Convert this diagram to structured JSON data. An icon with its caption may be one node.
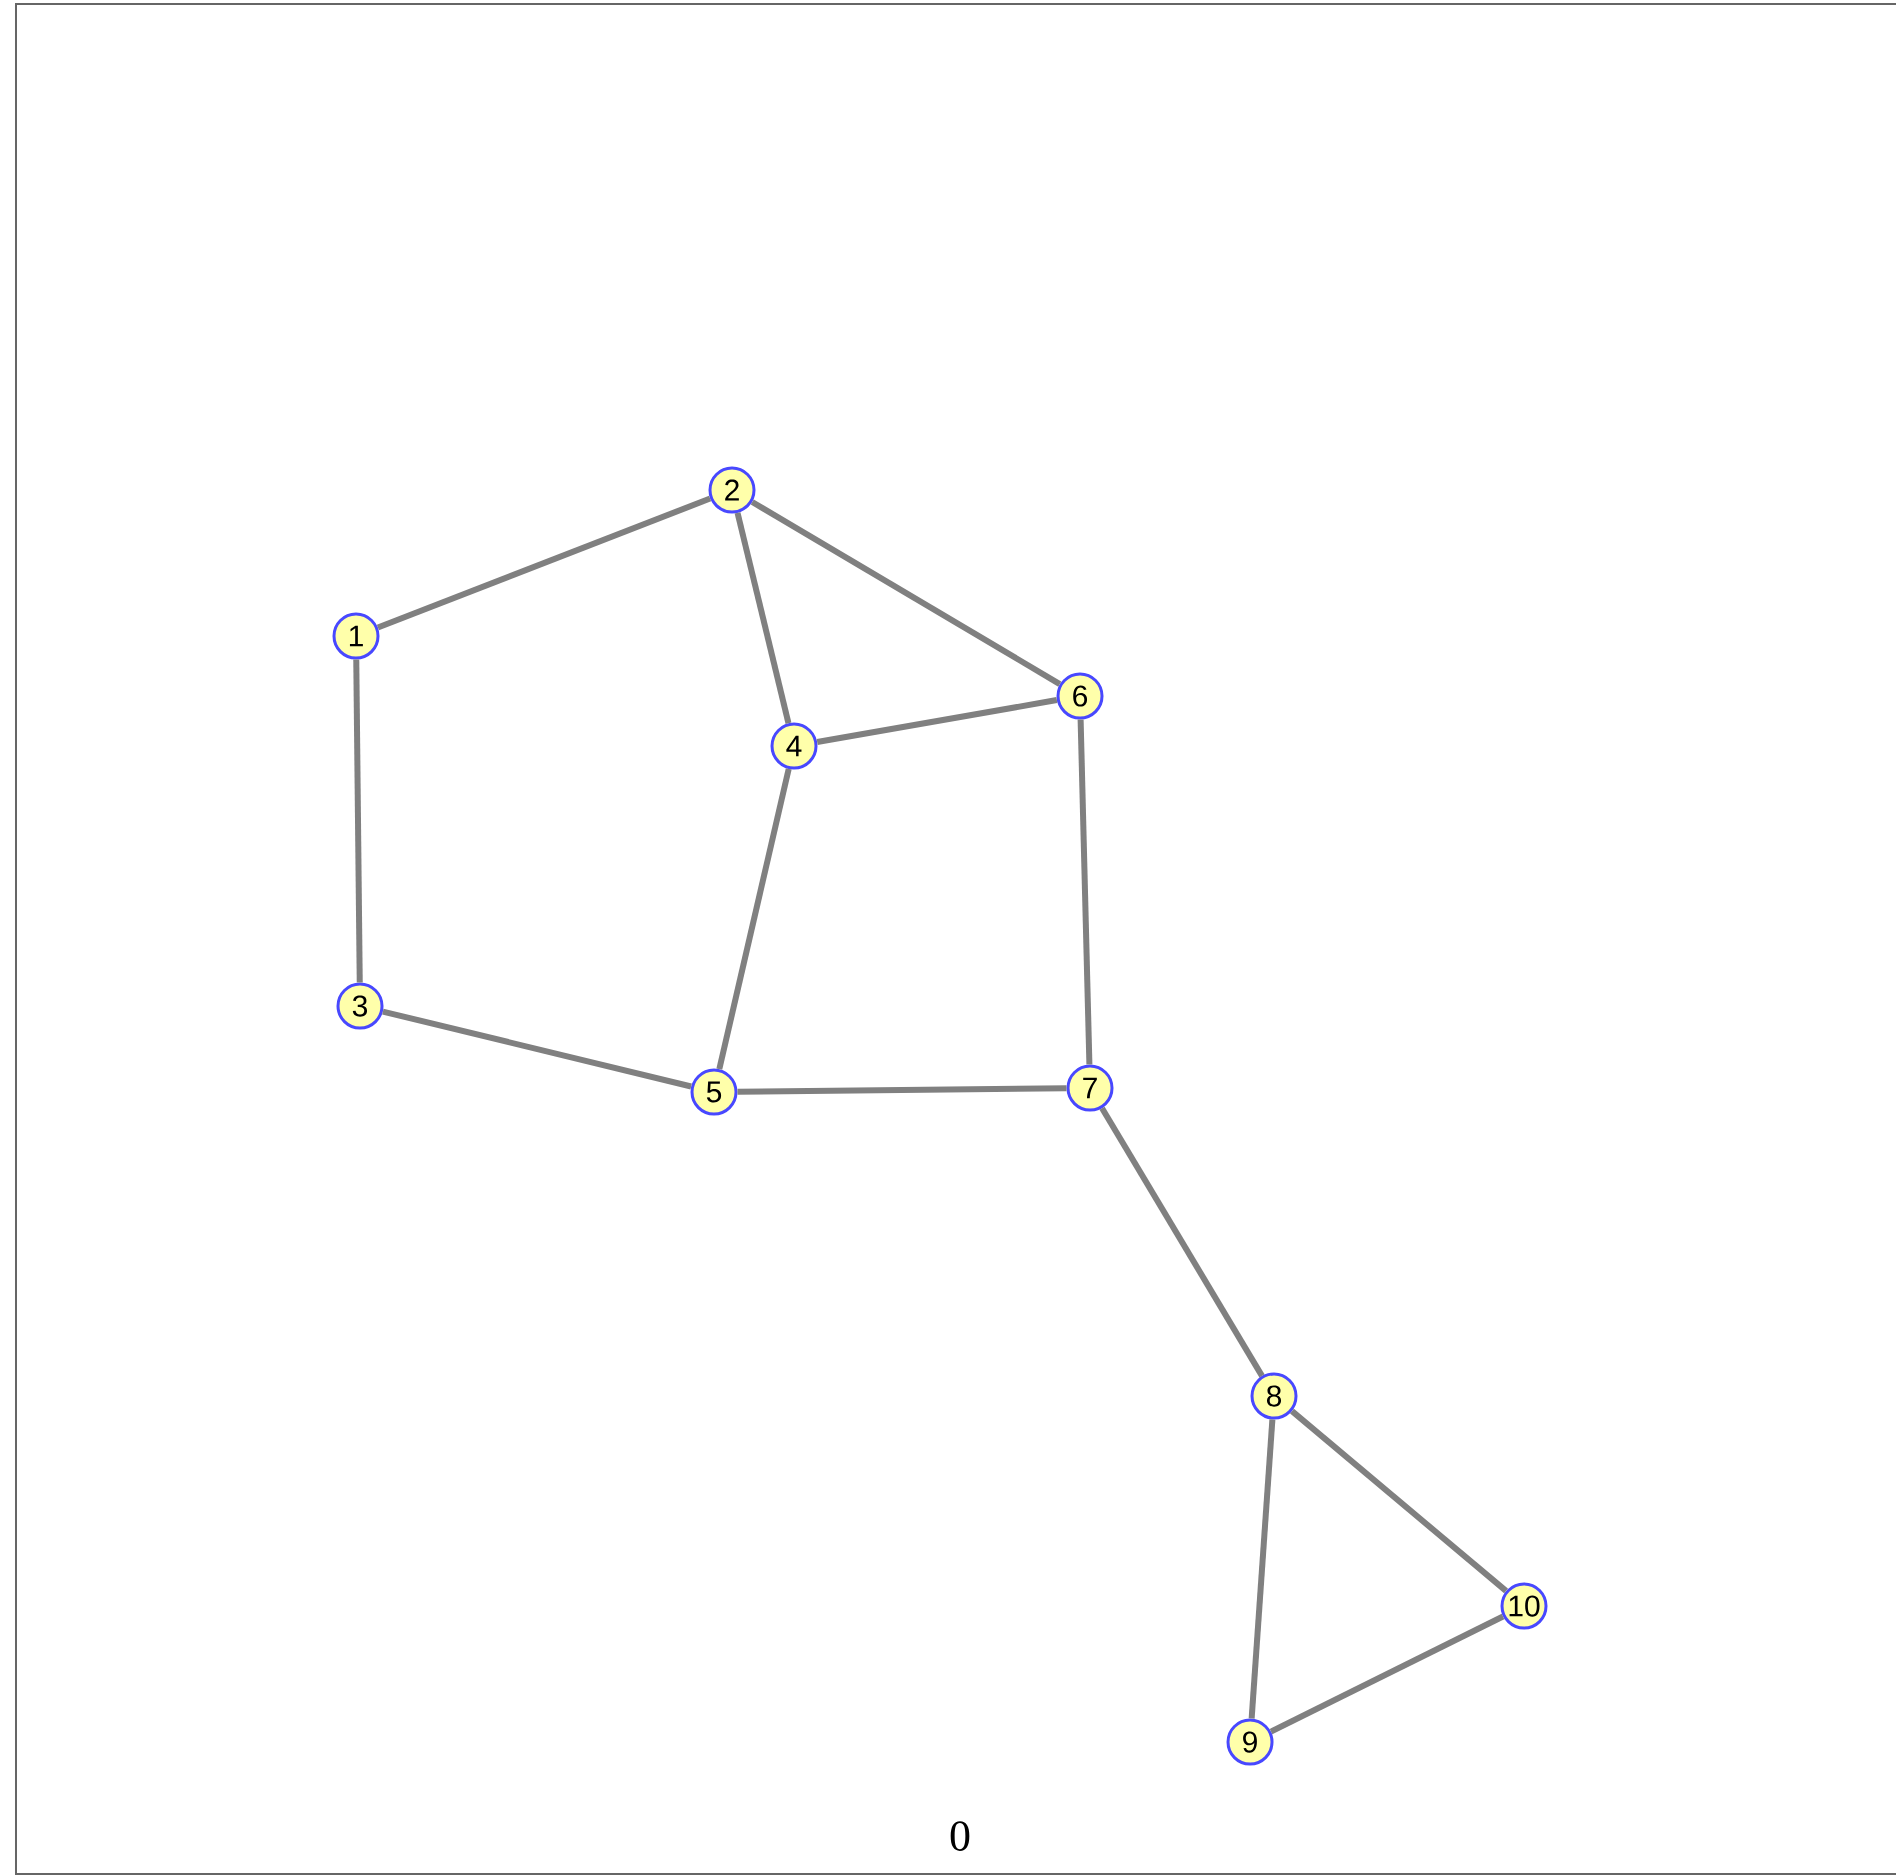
{
  "diagram": {
    "nodes": [
      {
        "text": [
          "1"
        ]
      },
      {
        "text": [
          "2"
        ]
      },
      {
        "text": [
          "3"
        ]
      },
      {
        "text": [
          "4"
        ]
      },
      {
        "text": [
          "5"
        ]
      },
      {
        "text": [
          "6"
        ]
      },
      {
        "text": [
          "7"
        ]
      },
      {
        "text": [
          "8"
        ]
      },
      {
        "text": [
          "9"
        ]
      },
      {
        "text": [
          "10"
        ]
      }
    ],
    "edges": [
      {
        "from": 0,
        "to": 1,
        "arrow": "none"
      },
      {
        "from": 0,
        "to": 2,
        "arrow": "none"
      },
      {
        "from": 1,
        "to": 3,
        "arrow": "none"
      },
      {
        "from": 1,
        "to": 5,
        "arrow": "none"
      },
      {
        "from": 3,
        "to": 5,
        "arrow": "none"
      },
      {
        "from": 3,
        "to": 4,
        "arrow": "none"
      },
      {
        "from": 2,
        "to": 4,
        "arrow": "none"
      },
      {
        "from": 4,
        "to": 6,
        "arrow": "none"
      },
      {
        "from": 5,
        "to": 6,
        "arrow": "none"
      },
      {
        "from": 6,
        "to": 7,
        "arrow": "none"
      },
      {
        "from": 7,
        "to": 8,
        "arrow": "none"
      },
      {
        "from": 7,
        "to": 9,
        "arrow": "none"
      },
      {
        "from": 8,
        "to": 9,
        "arrow": "none"
      }
    ],
    "labels": [
      "0"
    ]
  }
}
